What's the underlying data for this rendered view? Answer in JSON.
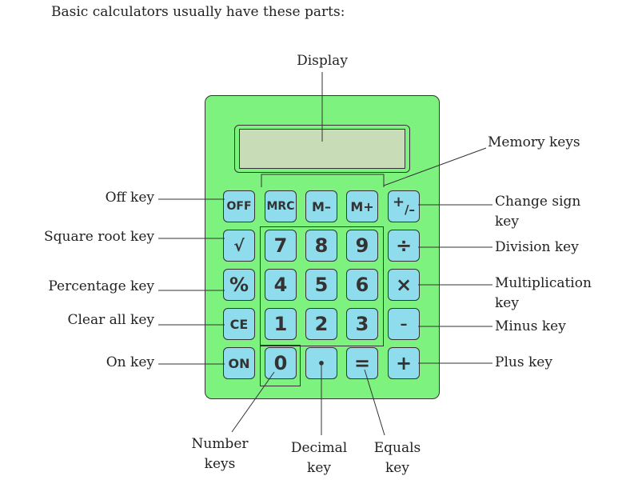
{
  "intro": "Basic calculators usually have these parts:",
  "labels": {
    "display": "Display",
    "memory_keys": "Memory keys",
    "off_key": "Off key",
    "square_root_key": "Square root key",
    "percentage_key": "Percentage key",
    "clear_all_key": "Clear all key",
    "on_key": "On key",
    "change_sign_key_line1": "Change sign",
    "change_sign_key_line2": "key",
    "division_key": "Division key",
    "multiplication_key_line1": "Multiplication",
    "multiplication_key_line2": "key",
    "minus_key": "Minus key",
    "plus_key": "Plus key",
    "number_keys_line1": "Number",
    "number_keys_line2": "keys",
    "decimal_key_line1": "Decimal",
    "decimal_key_line2": "key",
    "equals_key_line1": "Equals",
    "equals_key_line2": "key"
  },
  "keys": {
    "off": "OFF",
    "mrc": "MRC",
    "m_minus": "M–",
    "m_plus": "M+",
    "sign_plus": "+",
    "sign_minus": "/–",
    "sqrt": "√",
    "percent": "%",
    "ce": "CE",
    "on": "ON",
    "n7": "7",
    "n8": "8",
    "n9": "9",
    "n4": "4",
    "n5": "5",
    "n6": "6",
    "n1": "1",
    "n2": "2",
    "n3": "3",
    "n0": "0",
    "decimal": "•",
    "equals": "=",
    "divide": "÷",
    "multiply": "×",
    "minus": "–",
    "plus": "+"
  },
  "colors": {
    "body": "#7ef27e",
    "key": "#8fdcec",
    "screen": "#c8dcb8",
    "outline": "#333333"
  }
}
